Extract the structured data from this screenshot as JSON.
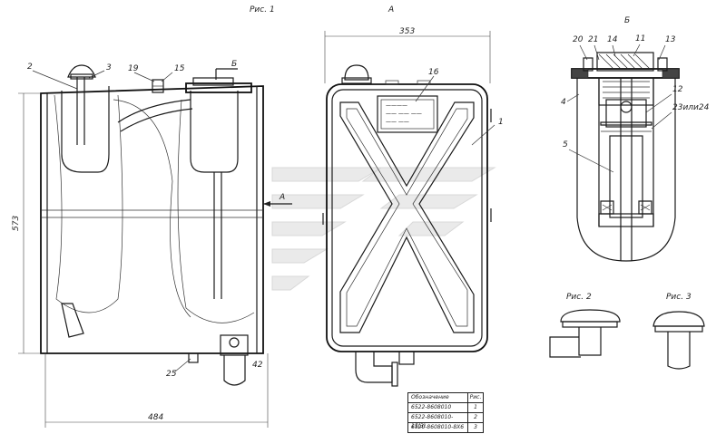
{
  "figure_titles": {
    "fig1": "Рис. 1",
    "fig2": "Рис. 2",
    "fig3": "Рис. 3"
  },
  "view_labels": {
    "view_a": "А",
    "view_b": "Б",
    "arrow_a": "А",
    "arrow_b": "Б"
  },
  "dimensions": {
    "width_front": "353",
    "height_side": "573",
    "width_side": "484"
  },
  "callouts": {
    "c2": "2",
    "c3": "3",
    "c19": "19",
    "c15": "15",
    "c25": "25",
    "c42": "42",
    "c16": "16",
    "c1": "1",
    "c20": "20",
    "c21": "21",
    "c14": "14",
    "c11": "11",
    "c13": "13",
    "c4": "4",
    "c12": "12",
    "c23": "23или24",
    "c5": "5"
  },
  "nameplate_lines": [
    "————",
    "—— —— ——",
    "—— ——"
  ],
  "table": {
    "header": [
      "Обозначение",
      "Рис."
    ],
    "rows": [
      [
        "6522-8608010",
        "1"
      ],
      [
        "6522-8608010-15(3)",
        "2"
      ],
      [
        "6520-8608010-8Х6",
        "3"
      ]
    ]
  }
}
